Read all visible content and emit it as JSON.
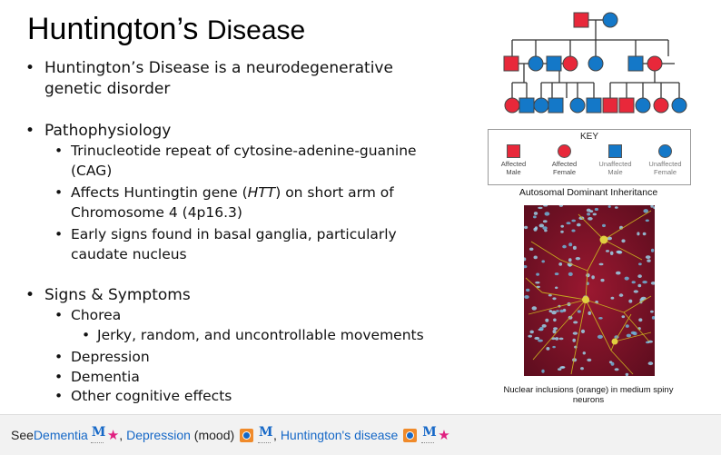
{
  "slide": {
    "title_main": "Huntington’s ",
    "title_small": "Disease",
    "bullets": [
      {
        "level": 1,
        "text": "Huntington’s Disease is a neurodegenerative genetic disorder"
      },
      {
        "level": 1,
        "text": "Pathophysiology"
      },
      {
        "level": 2,
        "text": "Trinucleotide repeat of cytosine-adenine-guanine (CAG)"
      },
      {
        "level": 2,
        "pre": "Affects Huntingtin gene (",
        "em": "HTT",
        "post": ") on short arm of Chromosome  4 (4p16.3)"
      },
      {
        "level": 2,
        "text": "Early signs found in basal ganglia, particularly caudate nucleus"
      },
      {
        "level": 1,
        "text": "Signs & Symptoms"
      },
      {
        "level": 2,
        "text": "Chorea"
      },
      {
        "level": 3,
        "text": "Jerky, random, and uncontrollable movements"
      },
      {
        "level": 2,
        "text": "Depression"
      },
      {
        "level": 2,
        "text": "Dementia"
      },
      {
        "level": 2,
        "text": "Other cognitive effects"
      }
    ],
    "key": {
      "title": "KEY",
      "items": [
        {
          "shape": "square",
          "color": "#e8283a",
          "line1": "Affected",
          "line2": "Male"
        },
        {
          "shape": "circle",
          "color": "#e8283a",
          "line1": "Affected",
          "line2": "Female"
        },
        {
          "shape": "square",
          "color": "#1478c8",
          "line1": "Unaffected",
          "line2": "Male"
        },
        {
          "shape": "circle",
          "color": "#1478c8",
          "line1": "Unaffected",
          "line2": "Female"
        }
      ]
    },
    "pedigree_caption": "Autosomal Dominant Inheritance",
    "image_caption": "Nuclear inclusions (orange) in medium spiny neurons",
    "colors": {
      "affected": "#e8283a",
      "unaffected": "#1478c8",
      "link": "#1668c7",
      "star": "#e02080"
    }
  },
  "see_bar": {
    "prefix": "See ",
    "links": [
      {
        "text": "Dementia",
        "after": "",
        "icons": [
          "m-icon",
          "star-icon"
        ]
      },
      {
        "text": "Depression",
        "after": " (mood) ",
        "icons": [
          "o-icon",
          "m-icon"
        ]
      },
      {
        "text": "Huntington's disease",
        "after": " ",
        "icons": [
          "o-icon",
          "m-icon",
          "star-icon"
        ]
      }
    ],
    "separator": ", ",
    "star_glyph": "★",
    "m_glyph": "M"
  }
}
